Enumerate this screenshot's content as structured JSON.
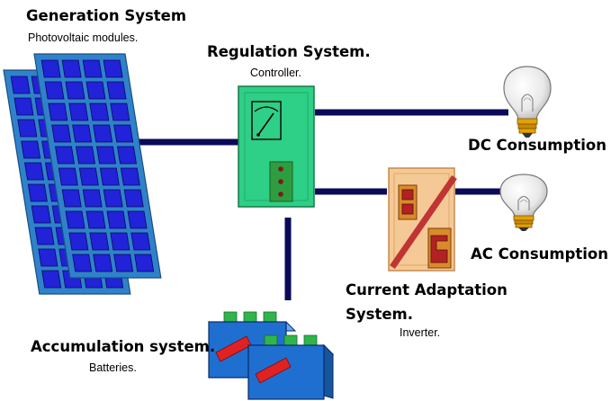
{
  "generation": {
    "title": "Generation System",
    "subtitle": "Photovoltaic modules."
  },
  "regulation": {
    "title": "Regulation System.",
    "subtitle": "Controller."
  },
  "dc": {
    "title": "DC Consumption"
  },
  "ac": {
    "title": "AC Consumption"
  },
  "adaptation": {
    "title_line1": "Current Adaptation",
    "title_line2": "System.",
    "subtitle": "Inverter."
  },
  "accumulation": {
    "title": "Accumulation system.",
    "subtitle": "Batteries."
  },
  "colors": {
    "wire": "#0a0a5a",
    "panel_frame": "#2f82c9",
    "panel_cell": "#2222d8",
    "controller": "#2ecf87",
    "inverter": "#f5c995",
    "battery": "#1f6fd1",
    "battery_terminal": "#2fb54a",
    "battery_mark": "#e02222",
    "bulb_base": "#e6a100"
  }
}
